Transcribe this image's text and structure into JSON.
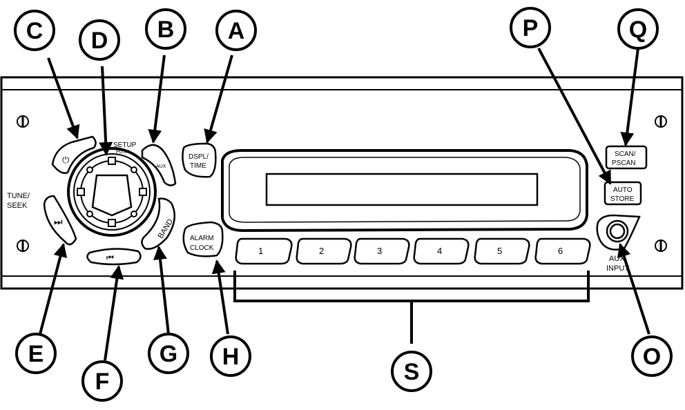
{
  "callouts": {
    "A": "A",
    "B": "B",
    "C": "C",
    "D": "D",
    "E": "E",
    "F": "F",
    "G": "G",
    "H": "H",
    "O": "O",
    "P": "P",
    "Q": "Q",
    "S": "S"
  },
  "panel": {
    "tune_seek_line1": "TUNE/",
    "tune_seek_line2": "SEEK",
    "aux_input_line1": "AUX",
    "aux_input_line2": "INPUT"
  },
  "buttons": {
    "setup_line1": "SETUP",
    "setup_line2": "PUSH",
    "aux": "AUX",
    "power_symbol": "⏻",
    "seek_forward": "⏭",
    "seek_back": "⏮",
    "band": "BAND",
    "dspl_line1": "DSPL/",
    "dspl_line2": "TIME",
    "alarm_line1": "ALARM",
    "alarm_line2": "CLOCK",
    "scan_line1": "SCAN/",
    "scan_line2": "PSCAN",
    "auto_line1": "AUTO",
    "auto_line2": "STORE"
  },
  "presets": [
    "1",
    "2",
    "3",
    "4",
    "5",
    "6"
  ]
}
